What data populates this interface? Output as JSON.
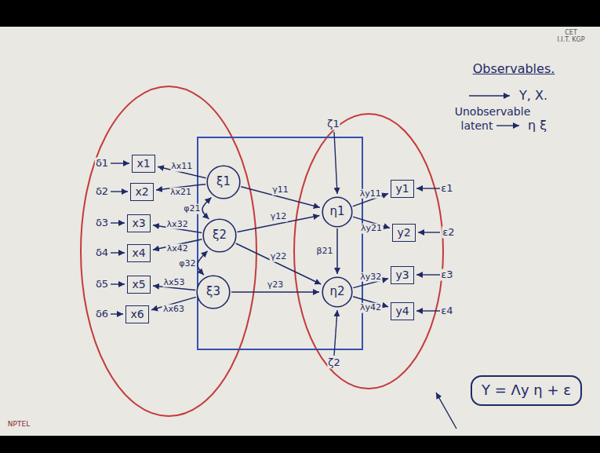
{
  "diagram": {
    "nodes": [
      {
        "text": [
          "x1"
        ]
      },
      {
        "text": [
          "x2"
        ]
      },
      {
        "text": [
          "x3"
        ]
      },
      {
        "text": [
          "x4"
        ]
      },
      {
        "text": [
          "x5"
        ]
      },
      {
        "text": [
          "x6"
        ]
      },
      {
        "text": [
          "ξ1"
        ]
      },
      {
        "text": [
          "ξ2"
        ]
      },
      {
        "text": [
          "ξ3"
        ]
      },
      {
        "text": [
          "η1"
        ]
      },
      {
        "text": [
          "η2"
        ]
      },
      {
        "text": [
          "y1"
        ]
      },
      {
        "text": [
          "y2"
        ]
      },
      {
        "text": [
          "y3"
        ]
      },
      {
        "text": [
          "y4"
        ]
      },
      {
        "text": [
          "Y = Λy η + ε"
        ]
      }
    ],
    "edges": [
      {
        "from": 6,
        "to": 0,
        "label": "λx11",
        "arrow": "to"
      },
      {
        "from": 6,
        "to": 1,
        "label": "λx21",
        "arrow": "to"
      },
      {
        "from": 7,
        "to": 2,
        "label": "λx32",
        "arrow": "to"
      },
      {
        "from": 7,
        "to": 3,
        "label": "λx42",
        "arrow": "to"
      },
      {
        "from": 8,
        "to": 4,
        "label": "λx53",
        "arrow": "to"
      },
      {
        "from": 8,
        "to": 5,
        "label": "λx63",
        "arrow": "to"
      },
      {
        "from": 6,
        "to": 7,
        "label": "φ21",
        "arrow": "both"
      },
      {
        "from": 7,
        "to": 8,
        "label": "φ32",
        "arrow": "both"
      },
      {
        "from": 6,
        "to": 9,
        "label": "γ11",
        "arrow": "to"
      },
      {
        "from": 7,
        "to": 9,
        "label": "γ12",
        "arrow": "to"
      },
      {
        "from": 7,
        "to": 10,
        "label": "γ22",
        "arrow": "to"
      },
      {
        "from": 8,
        "to": 10,
        "label": "γ23",
        "arrow": "to"
      },
      {
        "from": 9,
        "to": 10,
        "label": "β21",
        "arrow": "to"
      },
      {
        "from": 9,
        "to": 11,
        "label": "λy11",
        "arrow": "to"
      },
      {
        "from": 9,
        "to": 12,
        "label": "λy21",
        "arrow": "to"
      },
      {
        "from": 10,
        "to": 13,
        "label": "λy32",
        "arrow": "to"
      },
      {
        "from": 10,
        "to": 14,
        "label": "λy42",
        "arrow": "to"
      }
    ],
    "labels": [
      "δ1",
      "δ2",
      "δ3",
      "δ4",
      "δ5",
      "δ6",
      "ε1",
      "ε2",
      "ε3",
      "ε4",
      "ζ1",
      "ζ2",
      "Observables.",
      "Y, X.",
      "Unobservable",
      "latent",
      "η ξ",
      "CET",
      "I.I.T. KGP",
      "NPTEL"
    ]
  }
}
